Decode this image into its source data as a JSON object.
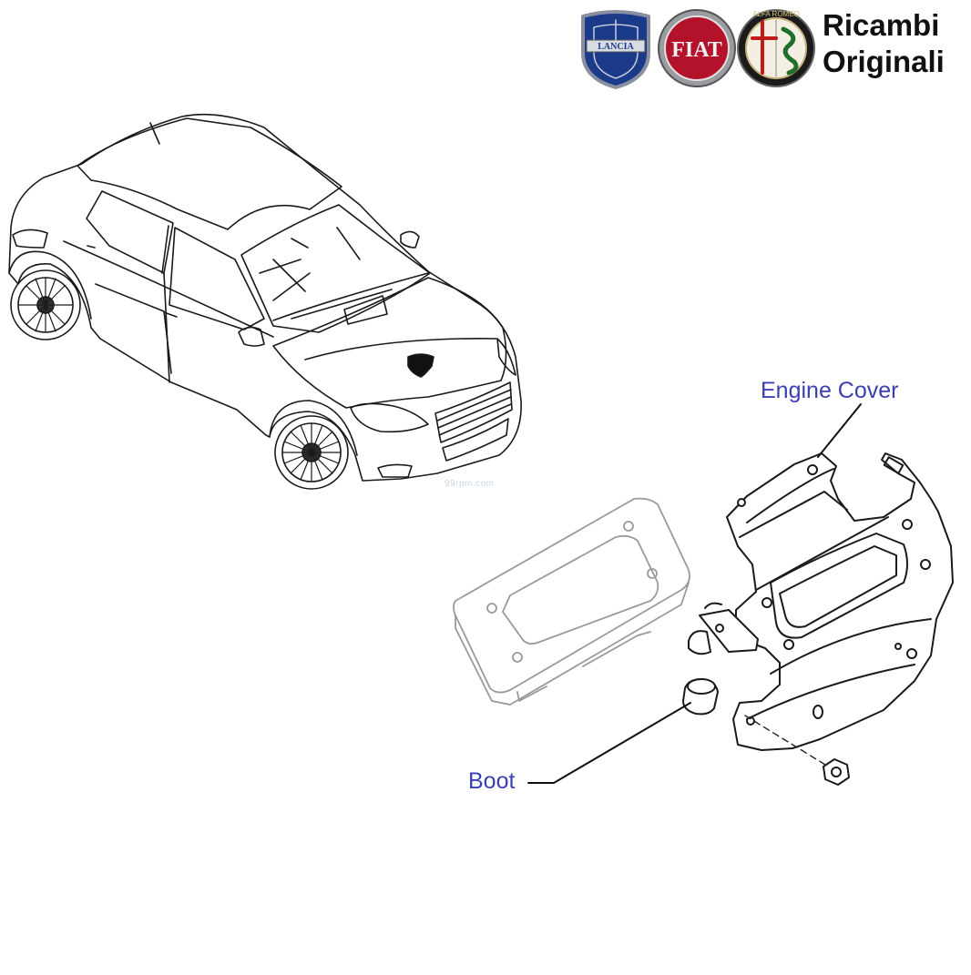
{
  "header": {
    "brand_line_1": "Ricambi",
    "brand_line_2": "Originali",
    "logos": [
      {
        "name": "lancia-logo",
        "text": "LANCIA",
        "color": "#1c3a8a"
      },
      {
        "name": "fiat-logo",
        "text": "FIAT",
        "color": "#b3122a"
      },
      {
        "name": "alfa-romeo-logo",
        "text": "ALFA ROMEO",
        "color": "#1f5e2c"
      }
    ]
  },
  "diagram": {
    "labels": {
      "engine_cover": "Engine Cover",
      "boot": "Boot"
    },
    "watermark": "99rpm.com",
    "callout_color": "#3b3fb0"
  }
}
